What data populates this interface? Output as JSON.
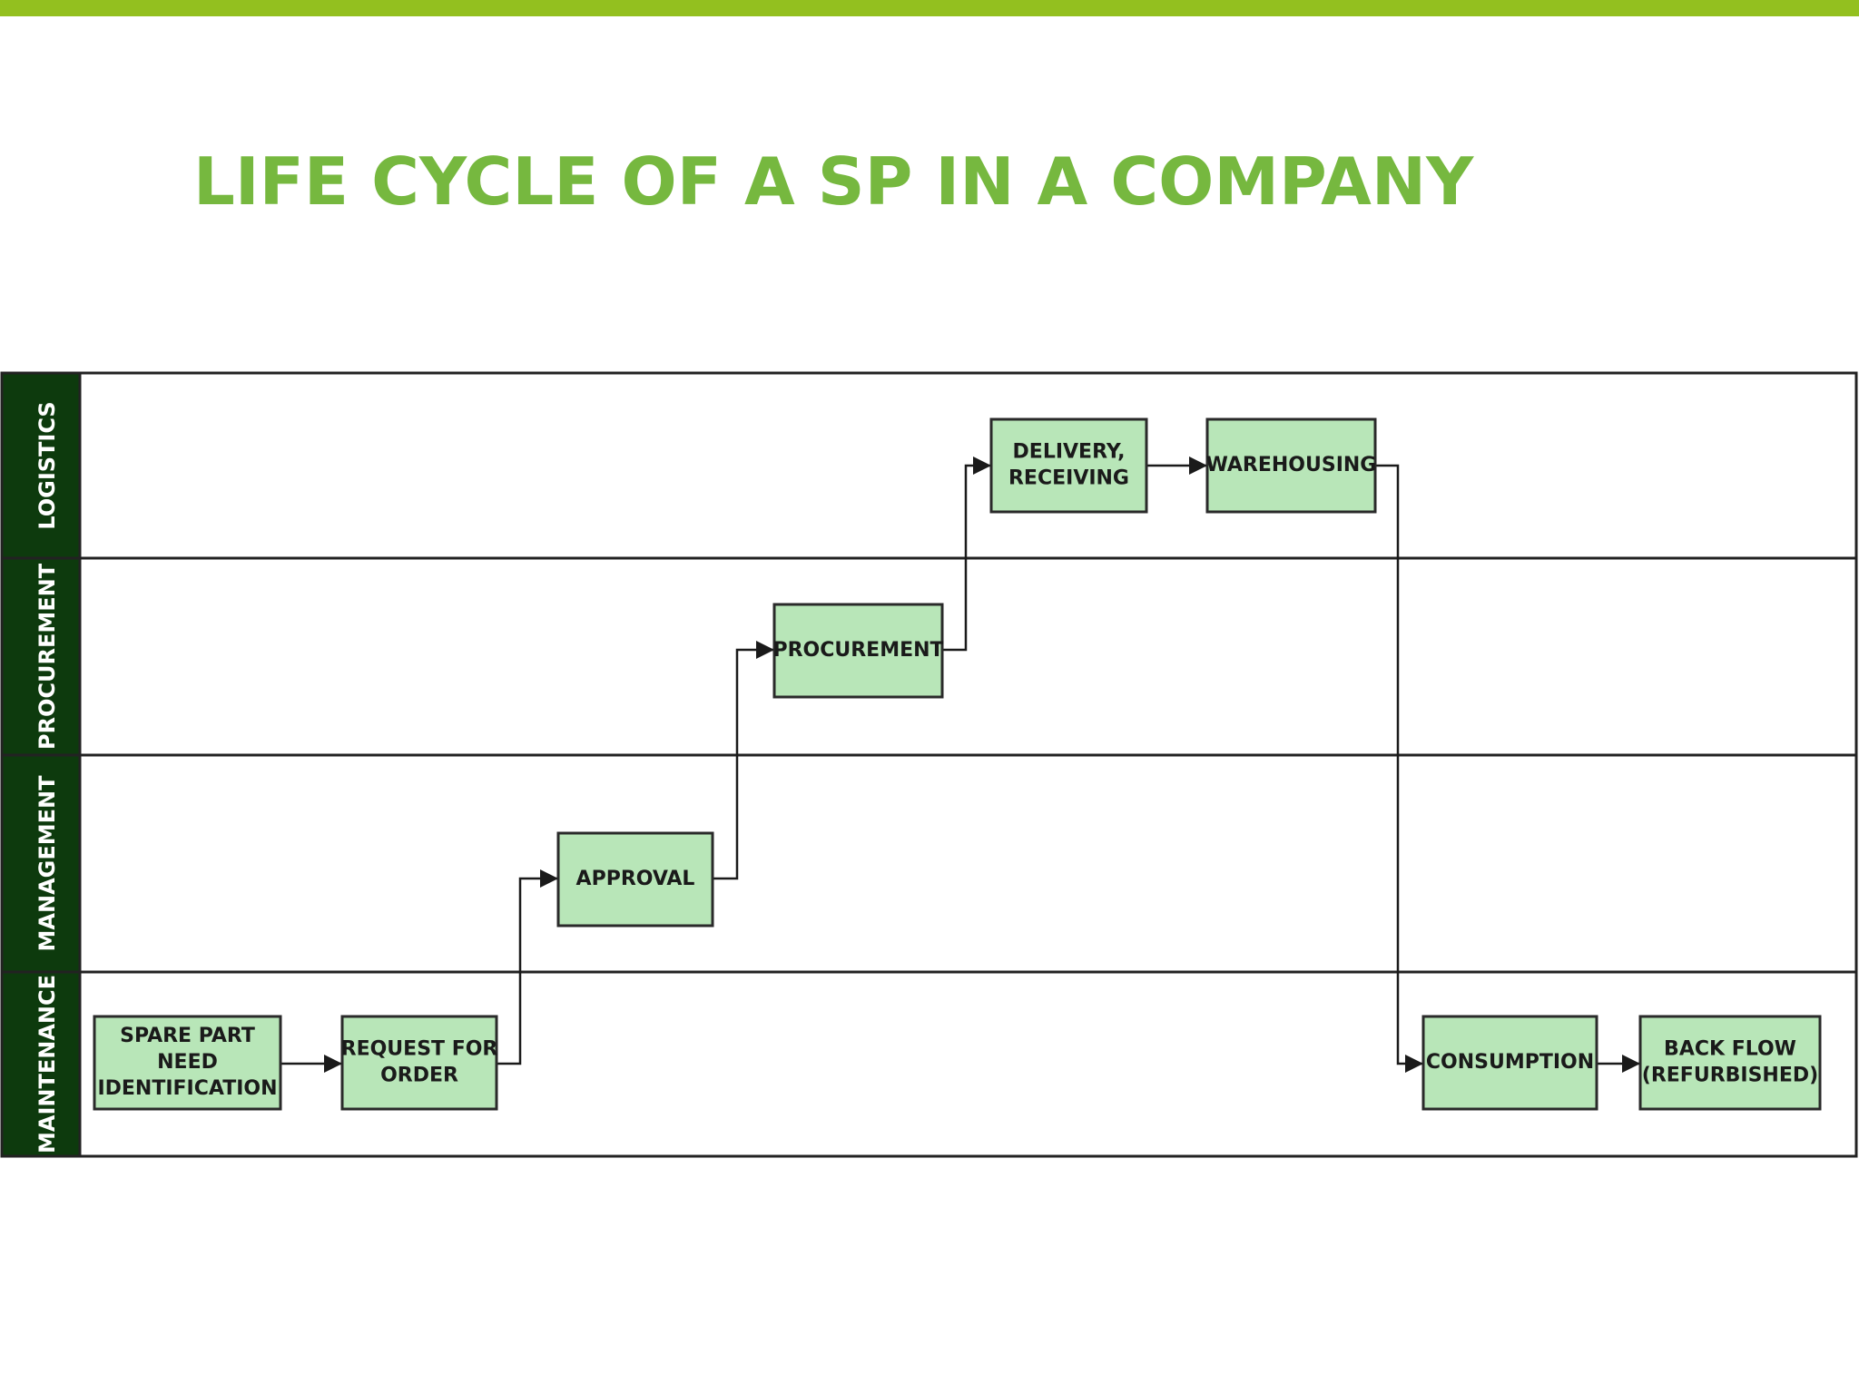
{
  "title": "LIFE CYCLE OF A SP IN A COMPANY",
  "colors": {
    "accent_bar": "#93c01f",
    "title": "#76b83f",
    "lane_header": "#0d3a0d",
    "box_fill": "#b8e6b8",
    "line": "#1a1a1a"
  },
  "lanes": [
    {
      "id": "logistics",
      "label": "LOGISTICS"
    },
    {
      "id": "procurement",
      "label": "PROCUREMENT"
    },
    {
      "id": "management",
      "label": "MANAGEMENT"
    },
    {
      "id": "maintenance",
      "label": "MAINTENANCE"
    }
  ],
  "steps": [
    {
      "id": "spare-part-need-identification",
      "lane": "maintenance",
      "lines": [
        "SPARE PART",
        "NEED",
        "IDENTIFICATION"
      ]
    },
    {
      "id": "request-for-order",
      "lane": "maintenance",
      "lines": [
        "REQUEST FOR",
        "ORDER"
      ]
    },
    {
      "id": "approval",
      "lane": "management",
      "lines": [
        "APPROVAL"
      ]
    },
    {
      "id": "procurement",
      "lane": "procurement",
      "lines": [
        "PROCUREMENT"
      ]
    },
    {
      "id": "delivery-receiving",
      "lane": "logistics",
      "lines": [
        "DELIVERY,",
        "RECEIVING"
      ]
    },
    {
      "id": "warehousing",
      "lane": "logistics",
      "lines": [
        "WAREHOUSING"
      ]
    },
    {
      "id": "consumption",
      "lane": "maintenance",
      "lines": [
        "CONSUMPTION"
      ]
    },
    {
      "id": "back-flow-refurbished",
      "lane": "maintenance",
      "lines": [
        "BACK FLOW",
        "(REFURBISHED)"
      ]
    }
  ],
  "flows": [
    {
      "from": "spare-part-need-identification",
      "to": "request-for-order"
    },
    {
      "from": "request-for-order",
      "to": "approval"
    },
    {
      "from": "approval",
      "to": "procurement"
    },
    {
      "from": "procurement",
      "to": "delivery-receiving"
    },
    {
      "from": "delivery-receiving",
      "to": "warehousing"
    },
    {
      "from": "warehousing",
      "to": "consumption"
    },
    {
      "from": "consumption",
      "to": "back-flow-refurbished"
    }
  ]
}
